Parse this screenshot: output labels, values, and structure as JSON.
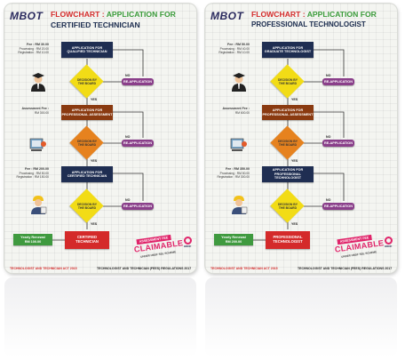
{
  "colors": {
    "navy": "#1f2e52",
    "brown": "#8a3a10",
    "purple": "#8a3f8a",
    "yellow": "#f2dc16",
    "green": "#3f9a3f",
    "red": "#d42a2a",
    "pink": "#e0246a",
    "title_green": "#3a9b3a"
  },
  "cards": [
    {
      "logo": "MBOT",
      "title_key": "FLOWCHART :",
      "title_value": "APPLICATION FOR",
      "title_line2": "CERTIFIED TECHNICIAN",
      "step1": {
        "l1": "APPLICATION FOR",
        "l2": "QUALIFIED TECHNICIAN"
      },
      "fee1": {
        "head": "Fee : RM 30.00",
        "l1": "Processing : RM 20.00",
        "l2": "Registration : RM 10.00"
      },
      "decision1": {
        "l1": "DECISION BY",
        "l2": "THE BOARD"
      },
      "reapp1": "RE-APPLICATION",
      "step2": {
        "l1": "APPLICATION FOR",
        "l2": "PROFESSIONAL ASSESSMENT"
      },
      "fee2": {
        "head": "Assessment Fee :",
        "l1": "RM 300.00"
      },
      "decision2": {
        "l1": "DECISION BY",
        "l2": "THE BOARD"
      },
      "reapp2": "RE-APPLICATION",
      "step3": {
        "l1": "APPLICATION FOR",
        "l2": "CERTIFIED TECHNICIAN"
      },
      "fee3": {
        "head": "Fee : RM 200.00",
        "l1": "Processing : RM 50.00",
        "l2": "Registration : RM 150.00"
      },
      "decision3": {
        "l1": "DECISION BY",
        "l2": "THE BOARD"
      },
      "reapp3": "RE-APPLICATION",
      "final": {
        "l1": "CERTIFIED",
        "l2": "TECHNICIAN"
      },
      "renewal": {
        "l1": "Yearly Renewal",
        "l2": "RM 100.00"
      },
      "yes": "YES",
      "no": "NO",
      "footer_left": "TECHNOLOGIST AND TECHNICIAN ACT 2015",
      "footer_right": "TECHNOLOGIST AND TECHNICIAN (FEES) REGULATIONS 2017"
    },
    {
      "logo": "MBOT",
      "title_key": "FLOWCHART :",
      "title_value": "APPLICATION FOR",
      "title_line2": "PROFESSIONAL TECHNOLOGIST",
      "step1": {
        "l1": "APPLICATION FOR",
        "l2": "GRADUATE TECHNOLOGIST"
      },
      "fee1": {
        "head": "Fee : RM 50.00",
        "l1": "Processing : RM 40.00",
        "l2": "Registration : RM 10.00"
      },
      "decision1": {
        "l1": "DECISION BY",
        "l2": "THE BOARD"
      },
      "reapp1": "RE-APPLICATION",
      "step2": {
        "l1": "APPLICATION FOR",
        "l2": "PROFESSIONAL ASSESSMENT"
      },
      "fee2": {
        "head": "Assessment Fee :",
        "l1": "RM 600.00"
      },
      "decision2": {
        "l1": "DECISION BY",
        "l2": "THE BOARD"
      },
      "reapp2": "RE-APPLICATION",
      "step3": {
        "l1": "APPLICATION FOR",
        "l2": "PROFESSIONAL TECHNOLOGIST"
      },
      "fee3": {
        "head": "Fee : RM 350.00",
        "l1": "Processing : RM 50.00",
        "l2": "Registration : RM 300.00"
      },
      "decision3": {
        "l1": "DECISION BY",
        "l2": "THE BOARD"
      },
      "reapp3": "RE-APPLICATION",
      "final": {
        "l1": "PROFESSIONAL",
        "l2": "TECHNOLOGIST"
      },
      "renewal": {
        "l1": "Yearly Renewal",
        "l2": "RM 200.00"
      },
      "yes": "YES",
      "no": "NO",
      "footer_left": "TECHNOLOGIST AND TECHNICIAN ACT 2015",
      "footer_right": "TECHNOLOGIST AND TECHNICIAN (FEES) REGULATIONS 2017"
    }
  ],
  "claimable": {
    "top": "ASSESSMENT FEE",
    "big": "CLAIMABLE",
    "bottom": "UNDER HRDF SBL SCHEME"
  },
  "hrdf_logo": "HRDF"
}
